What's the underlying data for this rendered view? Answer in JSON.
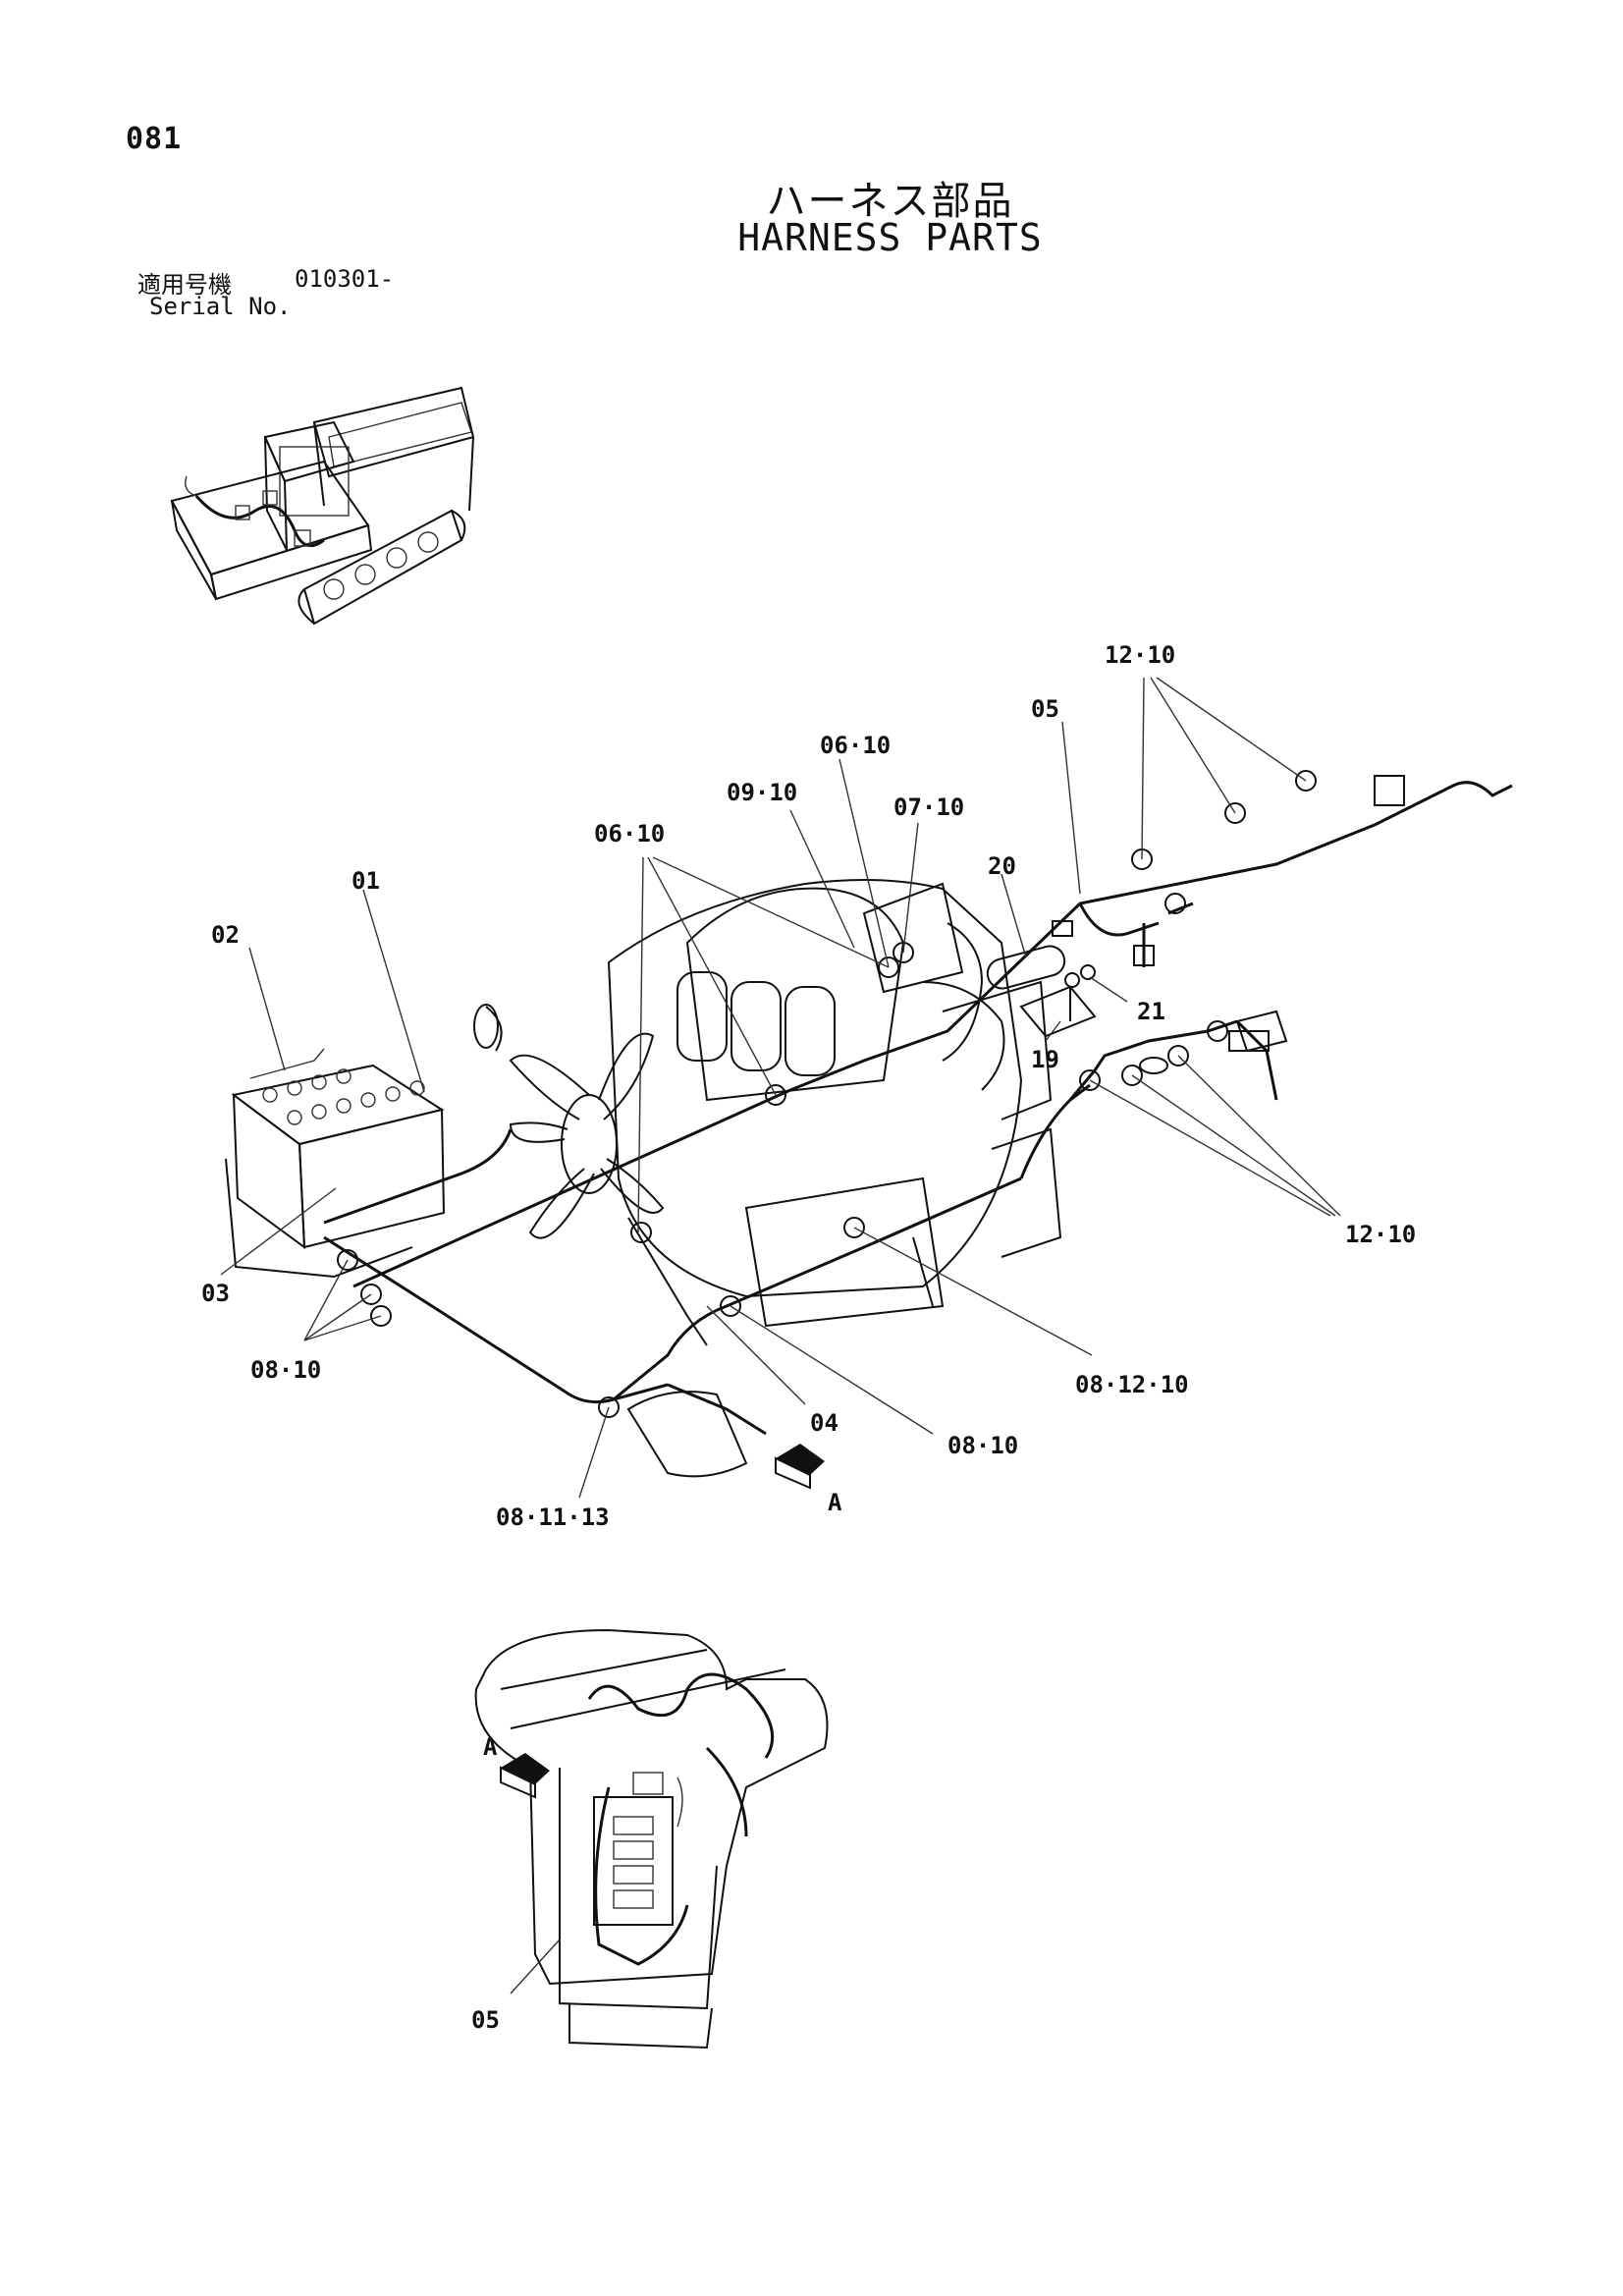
{
  "header": {
    "page_number": "081",
    "title_jp": "ハーネス部品",
    "title_en": "HARNESS PARTS",
    "serial_label_jp": "適用号機",
    "serial_value": "010301-",
    "serial_label_en": "Serial No."
  },
  "callouts": {
    "c01": "01",
    "c02": "02",
    "c03": "03",
    "c04": "04",
    "c05": "05",
    "c05_detail": "05",
    "c19": "19",
    "c20": "20",
    "c21": "21",
    "c0610_a": "06·10",
    "c0610_b": "06·10",
    "c0910": "09·10",
    "c0710": "07·10",
    "c1210_top": "12·10",
    "c1210_right": "12·10",
    "c0810_left": "08·10",
    "c0810_mid": "08·10",
    "c081210": "08·12·10",
    "c081113": "08·11·13",
    "view_a_main": "A",
    "view_a_detail": "A"
  }
}
